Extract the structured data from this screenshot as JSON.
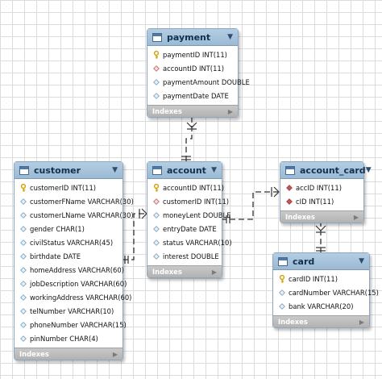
{
  "tables": {
    "payment": {
      "title": "payment",
      "indexes_label": "Indexes",
      "fields": [
        {
          "text": "paymentID INT(11)",
          "icon": "primary-key-icon"
        },
        {
          "text": "accountID INT(11)",
          "icon": "foreign-key-icon"
        },
        {
          "text": "paymentAmount DOUBLE",
          "icon": "column-icon"
        },
        {
          "text": "paymentDate DATE",
          "icon": "column-icon"
        }
      ]
    },
    "customer": {
      "title": "customer",
      "indexes_label": "Indexes",
      "fields": [
        {
          "text": "customerID INT(11)",
          "icon": "primary-key-icon"
        },
        {
          "text": "customerFName VARCHAR(30)",
          "icon": "column-icon"
        },
        {
          "text": "customerLName VARCHAR(30)",
          "icon": "column-icon"
        },
        {
          "text": "gender CHAR(1)",
          "icon": "column-icon"
        },
        {
          "text": "civilStatus VARCHAR(45)",
          "icon": "column-icon"
        },
        {
          "text": "birthdate DATE",
          "icon": "column-icon"
        },
        {
          "text": "homeAddress VARCHAR(60)",
          "icon": "column-icon"
        },
        {
          "text": "jobDescription VARCHAR(60)",
          "icon": "column-icon"
        },
        {
          "text": "workingAddress VARCHAR(60)",
          "icon": "column-icon"
        },
        {
          "text": "telNumber VARCHAR(10)",
          "icon": "column-icon"
        },
        {
          "text": "phoneNumber VARCHAR(15)",
          "icon": "column-icon"
        },
        {
          "text": "pinNumber CHAR(4)",
          "icon": "column-icon"
        }
      ]
    },
    "account": {
      "title": "account",
      "indexes_label": "Indexes",
      "fields": [
        {
          "text": "accountID INT(11)",
          "icon": "primary-key-icon"
        },
        {
          "text": "customerID INT(11)",
          "icon": "foreign-key-icon"
        },
        {
          "text": "moneyLent DOUBLE",
          "icon": "column-icon"
        },
        {
          "text": "entryDate DATE",
          "icon": "column-icon"
        },
        {
          "text": "status VARCHAR(10)",
          "icon": "column-icon"
        },
        {
          "text": "interest DOUBLE",
          "icon": "column-icon"
        }
      ]
    },
    "account_card": {
      "title": "account_card",
      "indexes_label": "Indexes",
      "fields": [
        {
          "text": "accID INT(11)",
          "icon": "primary-foreign-key-icon"
        },
        {
          "text": "cID INT(11)",
          "icon": "primary-foreign-key-icon"
        }
      ]
    },
    "card": {
      "title": "card",
      "indexes_label": "Indexes",
      "fields": [
        {
          "text": "cardID INT(11)",
          "icon": "primary-key-icon"
        },
        {
          "text": "cardNumber VARCHAR(15)",
          "icon": "column-icon"
        },
        {
          "text": "bank VARCHAR(20)",
          "icon": "column-icon"
        }
      ]
    }
  },
  "colors": {
    "header": "#a5c2db",
    "footer": "#bdbdbd",
    "primary_key": "#e0b000",
    "foreign_key": "#d07070",
    "relationship_line": "#333333"
  }
}
